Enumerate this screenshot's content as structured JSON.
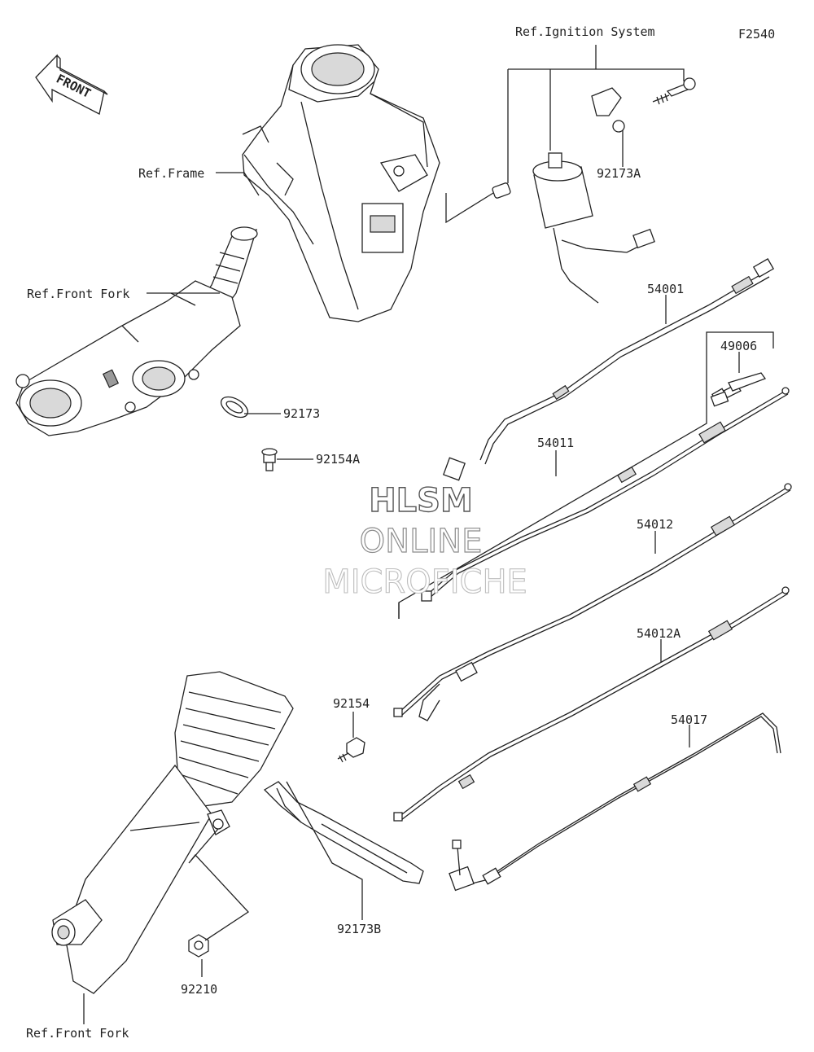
{
  "diagram_code": "F2540",
  "watermark": {
    "line1": "HLSM",
    "line2": "ONLINE",
    "line3": "MICROFICHE"
  },
  "front_arrow": {
    "text": "FRONT"
  },
  "references": {
    "ignition": "Ref.Ignition System",
    "frame": "Ref.Frame",
    "front_fork_upper": "Ref.Front Fork",
    "front_fork_lower": "Ref.Front Fork"
  },
  "parts": {
    "p92173A": "92173A",
    "p54001": "54001",
    "p49006": "49006",
    "p54011": "54011",
    "p54012": "54012",
    "p54012A": "54012A",
    "p54017": "54017",
    "p92173": "92173",
    "p92154A": "92154A",
    "p92154": "92154",
    "p92173B": "92173B",
    "p92210": "92210"
  }
}
